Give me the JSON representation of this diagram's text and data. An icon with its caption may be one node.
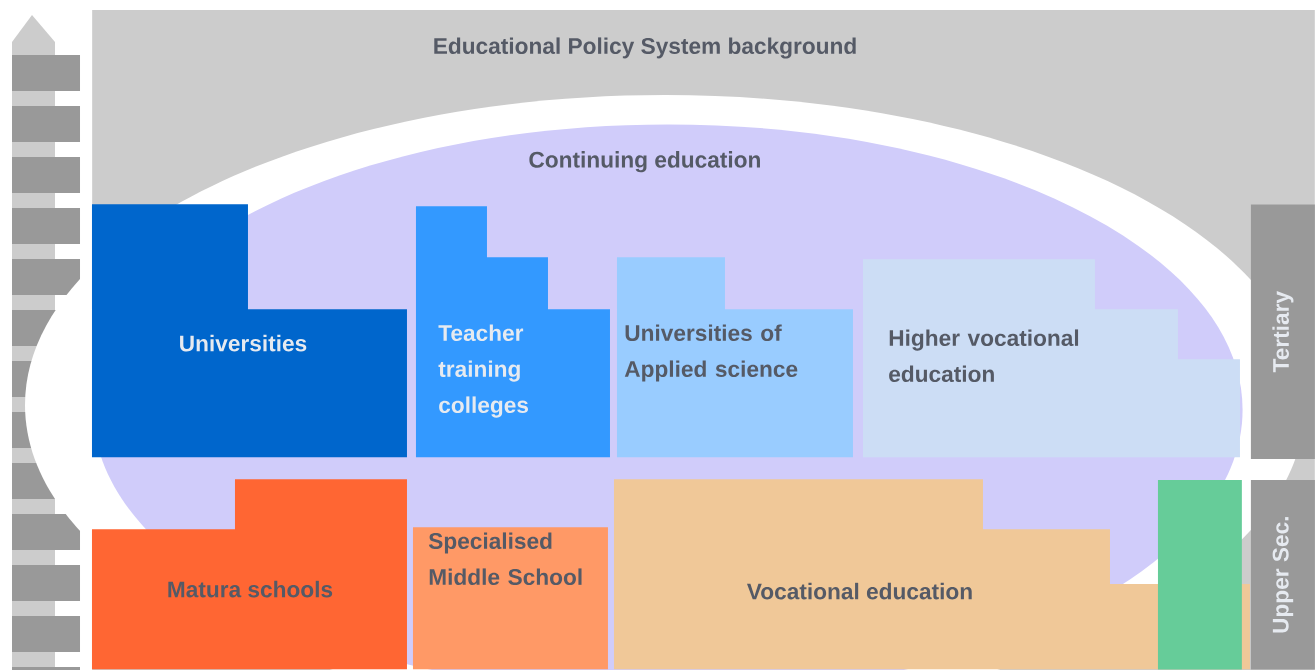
{
  "diagram": {
    "nodes": [
      {
        "text": [
          "Educational Policy System background"
        ]
      },
      {
        "text": [
          "Continuing education"
        ],
        "in": 0
      },
      {
        "text": [
          "Universities"
        ],
        "in": 1
      },
      {
        "text": [
          "Teacher training colleges"
        ],
        "in": 1
      },
      {
        "text": [
          "Universities of Applied science"
        ],
        "in": 1
      },
      {
        "text": [
          "Higher vocational education"
        ],
        "in": 1
      },
      {
        "text": [
          "Matura schools"
        ],
        "in": 1
      },
      {
        "text": [
          "Specialised Middle School"
        ],
        "in": 1
      },
      {
        "text": [
          "Vocational education"
        ],
        "in": 1
      },
      {
        "text": [],
        "shape": "bar",
        "in": 0
      },
      {
        "text": [
          "Tertiary"
        ],
        "in": 0
      },
      {
        "text": [
          "Upper Sec."
        ],
        "in": 0
      }
    ]
  }
}
